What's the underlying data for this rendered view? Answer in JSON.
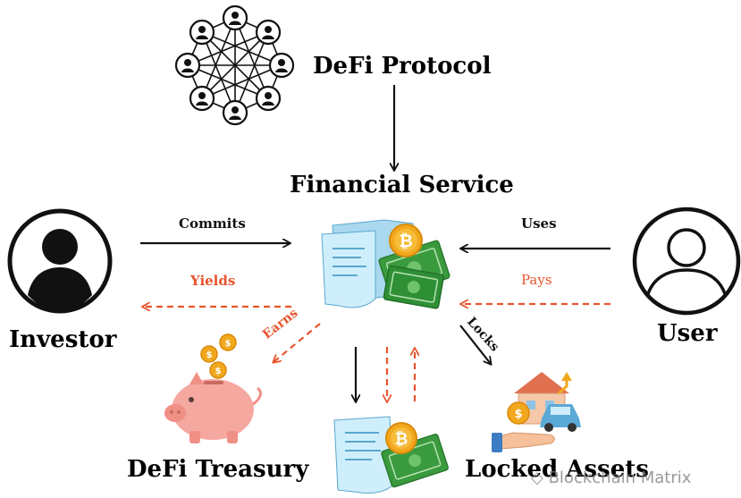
{
  "nodes": {
    "protocol": "DeFi Protocol",
    "service": "Financial Service",
    "investor": "Investor",
    "user": "User",
    "treasury": "DeFi Treasury",
    "locked": "Locked Assets"
  },
  "edges": {
    "commits": "Commits",
    "yields": "Yields",
    "uses": "Uses",
    "pays": "Pays",
    "earns": "Earns",
    "locks": "Locks"
  },
  "watermark": "Blockchain Matrix",
  "colors": {
    "flow_solid": "#111111",
    "flow_dashed": "#e8552e",
    "money_green": "#3a9a3e",
    "document_blue": "#bfe4f5",
    "coin_gold": "#f2a81d",
    "piggy_pink": "#f5a8a0"
  },
  "icons": [
    "network-icon",
    "investor-avatar-icon",
    "user-avatar-icon",
    "document-money-icon",
    "piggy-bank-icon",
    "house-car-hand-icon",
    "bitcoin-coin-icon"
  ]
}
